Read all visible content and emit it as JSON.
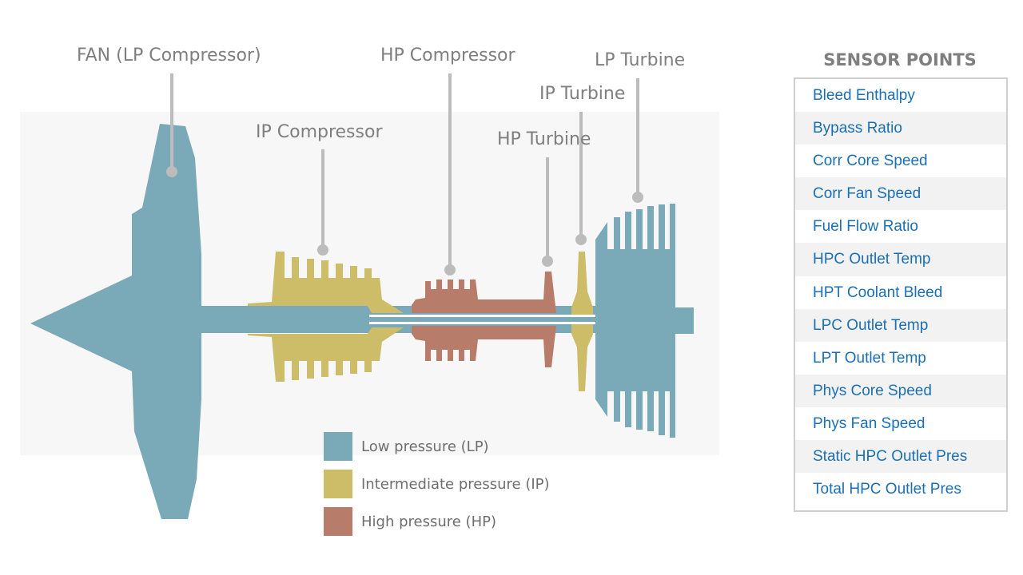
{
  "diagram": {
    "labels": {
      "fan": "FAN (LP Compressor)",
      "hp_compressor": "HP Compressor",
      "lp_turbine": "LP Turbine",
      "ip_turbine": "IP Turbine",
      "ip_compressor": "IP Compressor",
      "hp_turbine": "HP Turbine"
    },
    "colors": {
      "low_pressure": "#7aa9b7",
      "intermediate_pressure": "#cdbd69",
      "high_pressure": "#b87c6a",
      "callout_line": "#bcbcbc"
    }
  },
  "legend": {
    "items": [
      {
        "label": "Low pressure (LP)",
        "color": "#7aa9b7"
      },
      {
        "label": "Intermediate pressure (IP)",
        "color": "#cdbd69"
      },
      {
        "label": "High pressure (HP)",
        "color": "#b87c6a"
      }
    ]
  },
  "sensor_panel": {
    "title": "SENSOR POINTS",
    "items": [
      "Bleed Enthalpy",
      "Bypass Ratio",
      "Corr Core Speed",
      "Corr Fan Speed",
      "Fuel Flow Ratio",
      "HPC Outlet Temp",
      "HPT Coolant Bleed",
      "LPC Outlet Temp",
      "LPT Outlet Temp",
      "Phys Core Speed",
      "Phys Fan Speed",
      "Static HPC Outlet Pres",
      "Total HPC Outlet Pres"
    ]
  }
}
